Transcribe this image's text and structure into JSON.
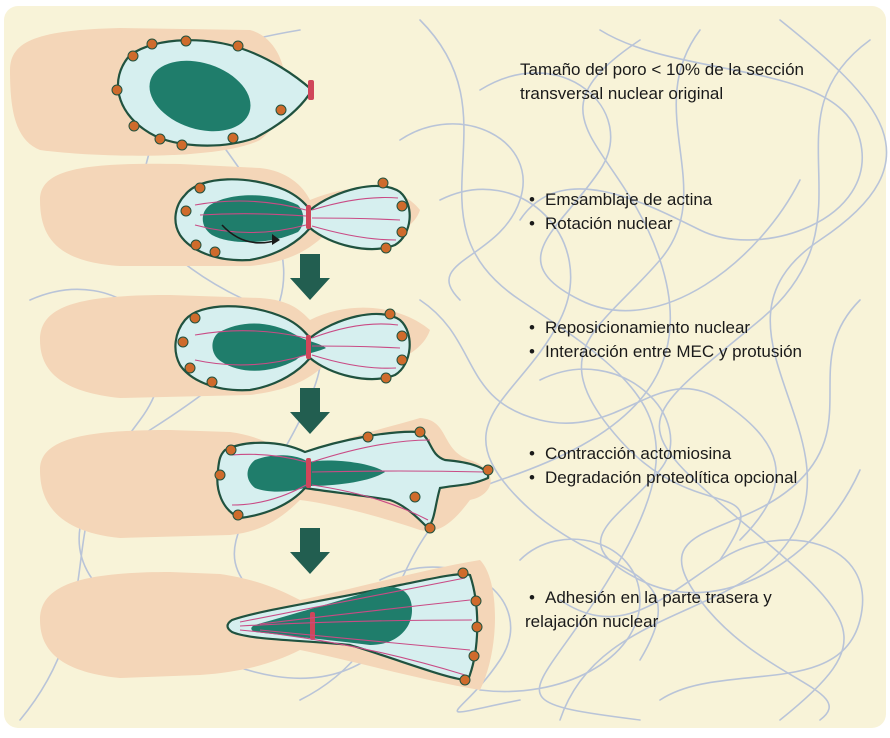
{
  "colors": {
    "background": "#f8f3d8",
    "fiber": "#b9c4d8",
    "tissue": "#f4d6b8",
    "cell_fill": "#d6efef",
    "cell_outline": "#20523f",
    "nucleus": "#1f7d6b",
    "adhesion": "#cf6b2c",
    "pore": "#d0465a",
    "actin": "#c94b85",
    "arrow": "#225e50"
  },
  "icons": [
    "down-arrow-icon",
    "rotation-arrow-icon"
  ],
  "stages": [
    {
      "id": "pore-size",
      "lines": [
        "Tamaño del poro < 10% de la sección",
        "transversal nuclear original"
      ],
      "bulleted": false
    },
    {
      "id": "actin",
      "lines": [
        "Emsamblaje de actina",
        "Rotación nuclear"
      ],
      "bulleted": true
    },
    {
      "id": "reposition",
      "lines": [
        "Reposicionamiento nuclear",
        "Interacción entre MEC y protusión"
      ],
      "bulleted": true
    },
    {
      "id": "contraction",
      "lines": [
        "Contracción actomiosina",
        "Degradación proteolítica opcional"
      ],
      "bulleted": true
    },
    {
      "id": "adhesion",
      "lines": [
        "Adhesión en la parte trasera y",
        "relajación nuclear"
      ],
      "bulleted": true
    }
  ]
}
